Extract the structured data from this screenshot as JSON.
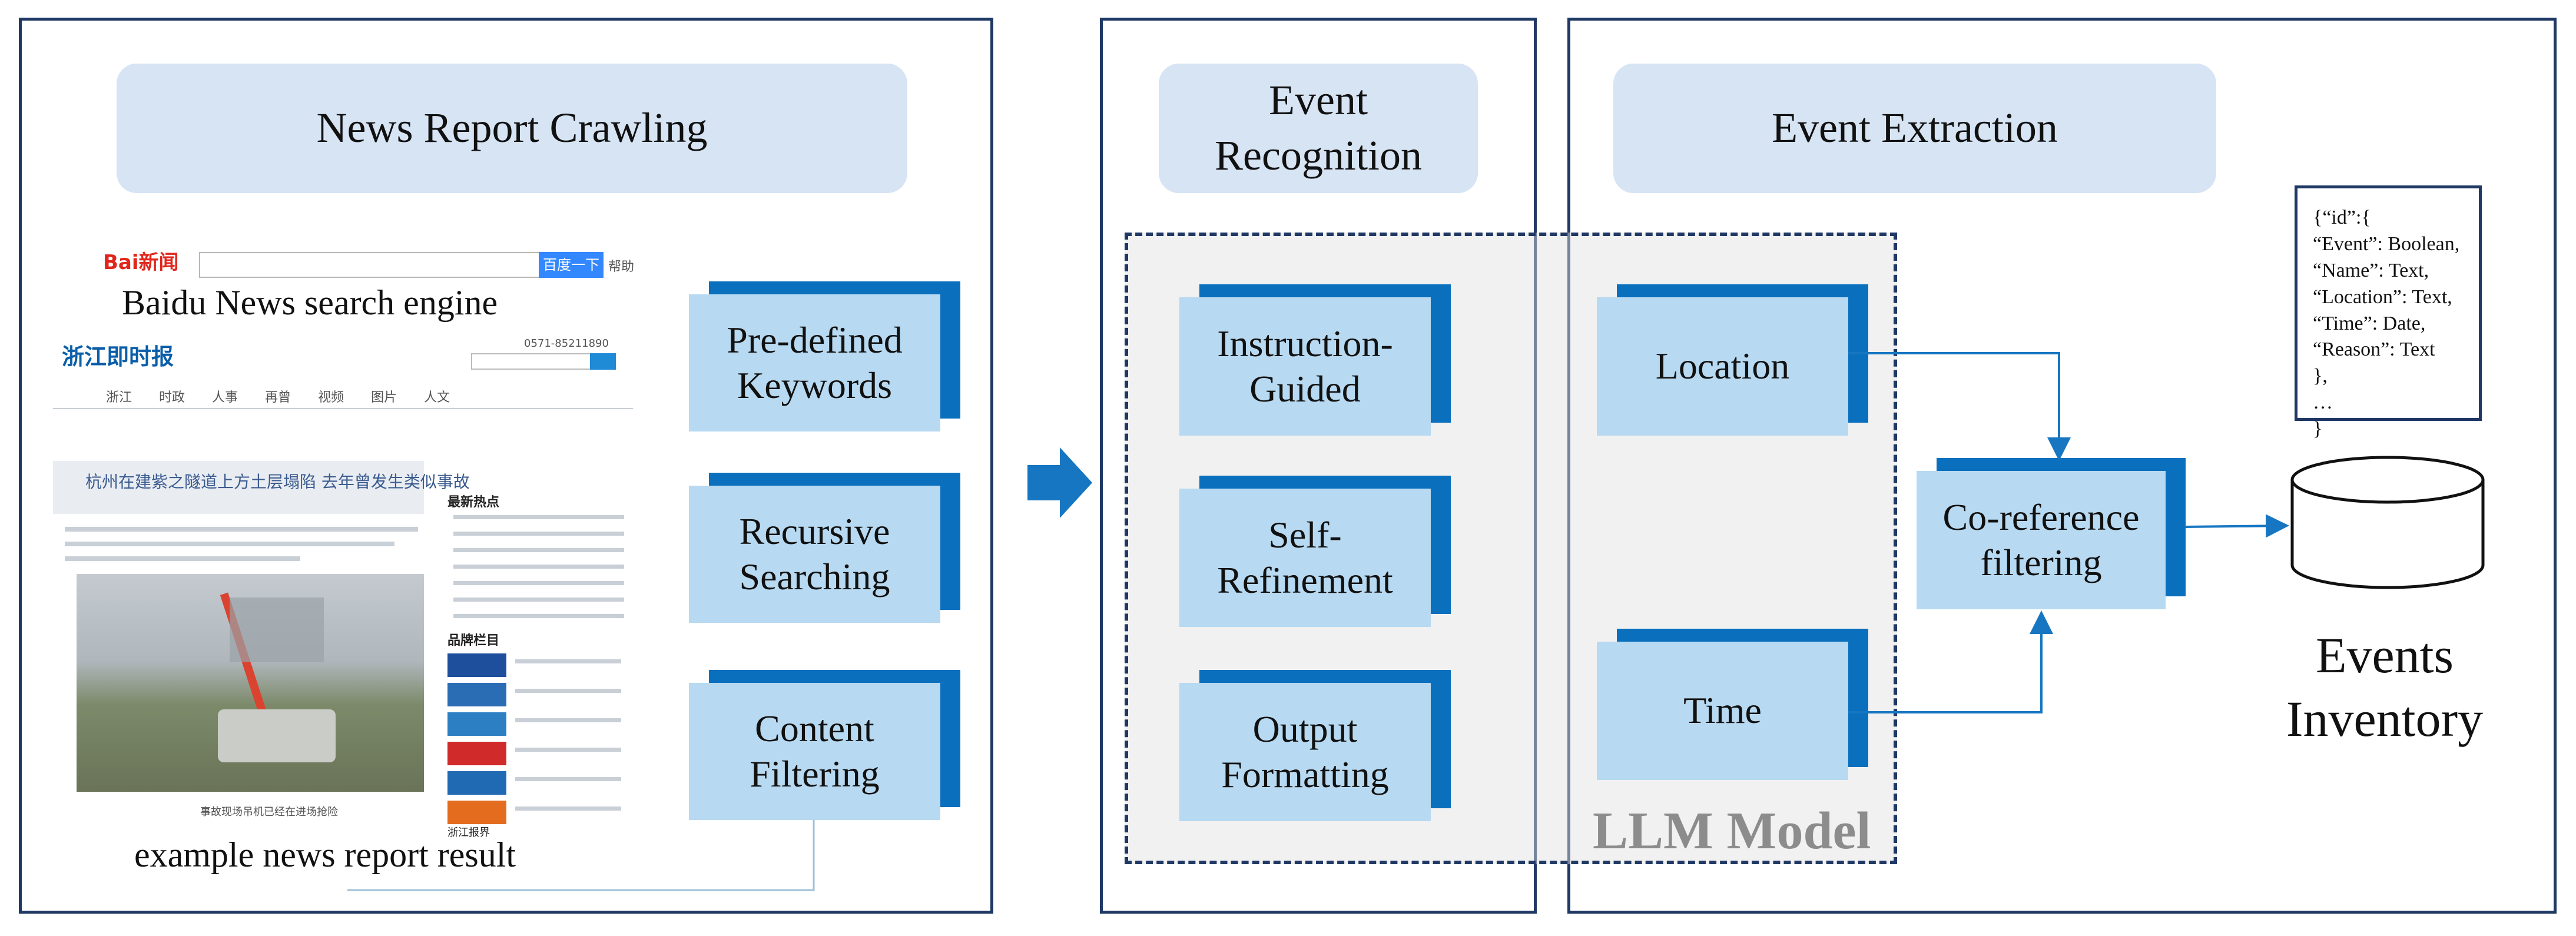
{
  "colors": {
    "panel_border": "#1f3864",
    "header_fill": "#d6e4f4",
    "card_fill": "#b7d9f1",
    "card_shadow": "#0a6fbd",
    "arrow": "#1676c1",
    "llm_text": "#8c8c8c"
  },
  "crawling": {
    "title": "News Report Crawling",
    "search_caption": "Baidu News search engine",
    "result_caption": "example news report result",
    "cards": [
      "Pre-defined Keywords",
      "Recursive Searching",
      "Content Filtering"
    ],
    "mock": {
      "baidu_logo": "Bai新闻",
      "search_button": "百度一下",
      "help": "帮助",
      "site_logo": "浙江即时报",
      "phone": "0571-85211890",
      "nav": [
        "浙江",
        "时政",
        "人事",
        "再曾",
        "视频",
        "图片",
        "人文"
      ],
      "headline": "杭州在建紫之隧道上方土层塌陷 去年曾发生类似事故",
      "sidebar_title": "最新热点",
      "brands_title": "品牌栏目",
      "image_caption": "事故现场吊机已经在进场抢险",
      "footer": "浙江报界"
    }
  },
  "recognition": {
    "title": "Event Recognition",
    "cards": [
      "Instruction-Guided",
      "Self-Refinement",
      "Output Formatting"
    ]
  },
  "extraction": {
    "title": "Event Extraction",
    "cards": {
      "location": "Location",
      "time": "Time",
      "coref": "Co-reference filtering"
    },
    "llm_label": "LLM Model",
    "schema": "{“id”:{\n“Event”: Boolean,\n“Name”: Text,\n“Location”: Text,\n“Time”: Date,\n“Reason”: Text\n},\n…\n}",
    "inventory": "Events Inventory"
  }
}
